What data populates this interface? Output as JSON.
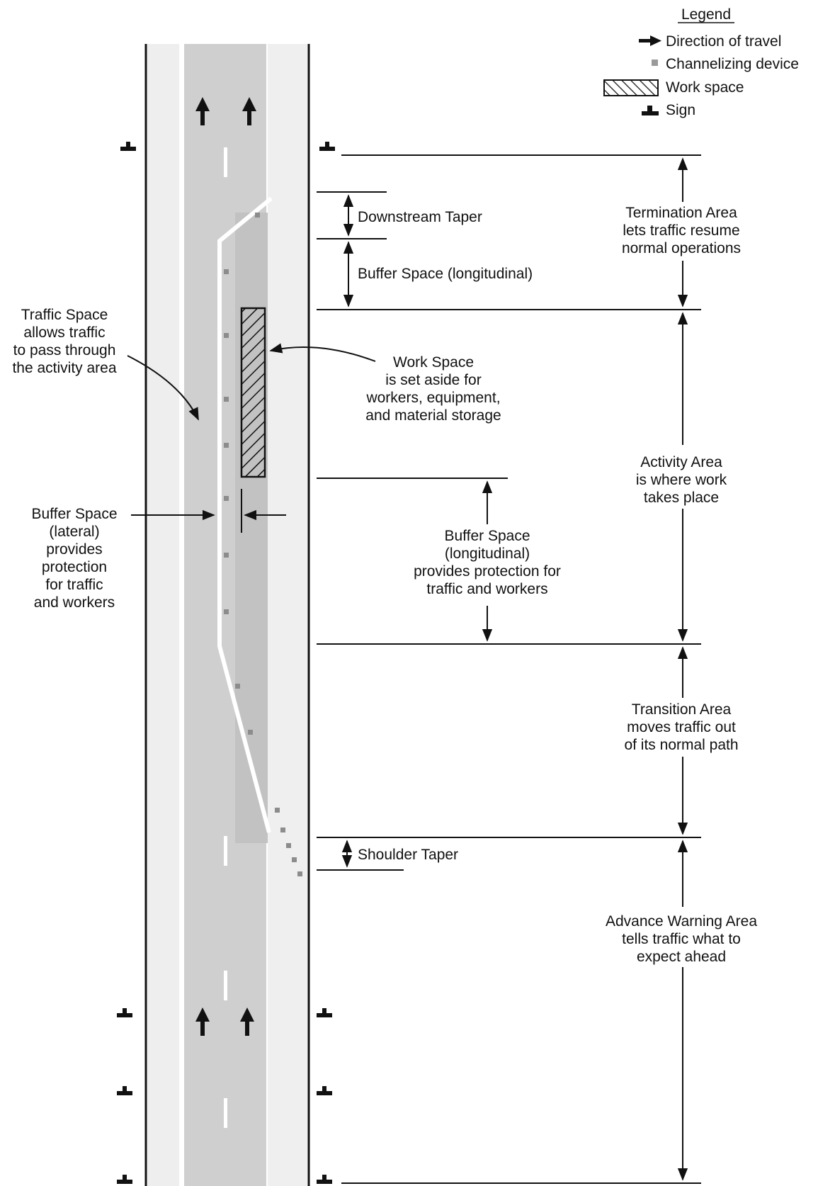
{
  "legend": {
    "title": "Legend",
    "items": [
      {
        "icon": "arrow-icon",
        "label": "Direction of travel"
      },
      {
        "icon": "channelizing-device-icon",
        "label": "Channelizing device"
      },
      {
        "icon": "hatch-icon",
        "label": "Work space"
      },
      {
        "icon": "sign-icon",
        "label": "Sign"
      }
    ]
  },
  "areas": {
    "termination": [
      "Termination Area",
      "lets traffic resume",
      "normal operations"
    ],
    "activity": [
      "Activity Area",
      "is where work",
      "takes place"
    ],
    "transition": [
      "Transition Area",
      "moves traffic out",
      "of its normal path"
    ],
    "advance_warning": [
      "Advance Warning Area",
      "tells traffic what to",
      "expect ahead"
    ]
  },
  "annotations": {
    "downstream_taper": "Downstream Taper",
    "buffer_long_top": "Buffer Space (longitudinal)",
    "shoulder_taper": "Shoulder Taper",
    "work_space": [
      "Work Space",
      "is set aside for",
      "workers, equipment,",
      "and material storage"
    ],
    "buffer_long_mid": [
      "Buffer Space",
      "(longitudinal)",
      "provides protection for",
      "traffic and workers"
    ],
    "traffic_space": [
      "Traffic Space",
      "allows traffic",
      "to pass through",
      "the activity area"
    ],
    "buffer_lateral": [
      "Buffer Space",
      "(lateral)",
      "provides",
      "protection",
      "for traffic",
      "and workers"
    ]
  },
  "colors": {
    "ink": "#111111",
    "road": "#c9c9c9",
    "road_light": "#e4e4e4",
    "device": "#9a9a9a"
  }
}
